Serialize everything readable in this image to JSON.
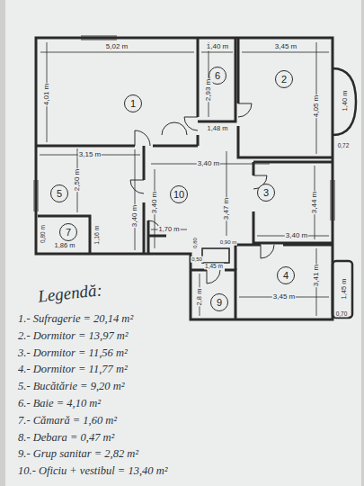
{
  "diagram": {
    "nodes": [
      {
        "text": [
          "1"
        ]
      },
      {
        "text": [
          "6"
        ]
      },
      {
        "text": [
          "2"
        ]
      },
      {
        "text": [
          "5"
        ]
      },
      {
        "text": [
          "10"
        ]
      },
      {
        "text": [
          "3"
        ]
      },
      {
        "text": [
          "7"
        ]
      },
      {
        "text": [
          "4"
        ]
      },
      {
        "text": [
          "9"
        ]
      }
    ],
    "labels": [
      "5,02 m",
      "4,01 m",
      "1,40 m",
      "2,93 m",
      "3,45 m",
      "4,05 m",
      "1,40 m",
      "0,72",
      "1,48 m",
      "3,40 m",
      "3,15 m",
      "2,50 m",
      "3,40 m",
      "0,80 m",
      "1,86 m",
      "1,16 m",
      "3,40 m",
      "1,70 m",
      "3,47 m",
      "3,44 m",
      "3,40 m",
      "0,80",
      "0,90 m",
      "0,50",
      "1,45 m",
      "2,8 m",
      "3,45 m",
      "3,41 m",
      "1,45 m",
      "0,70",
      "Legendă:"
    ],
    "legend": [
      {
        "text": "1.- Sufragerie = 20,14 m²"
      },
      {
        "text": "2.- Dormitor = 13,97 m²"
      },
      {
        "text": "3.- Dormitor = 11,56 m²"
      },
      {
        "text": "4.- Dormitor = 11,77 m²"
      },
      {
        "text": "5.- Bucătărie = 9,20 m²"
      },
      {
        "text": "6.- Baie = 4,10 m²"
      },
      {
        "text": "7.- Cămară = 1,60 m²"
      },
      {
        "text": "8.- Debara = 0,47 m²"
      },
      {
        "text": "9.- Grup sanitar = 2,82 m²"
      },
      {
        "text": "10.- Oficiu + vestibul = 13,40 m²"
      }
    ]
  }
}
